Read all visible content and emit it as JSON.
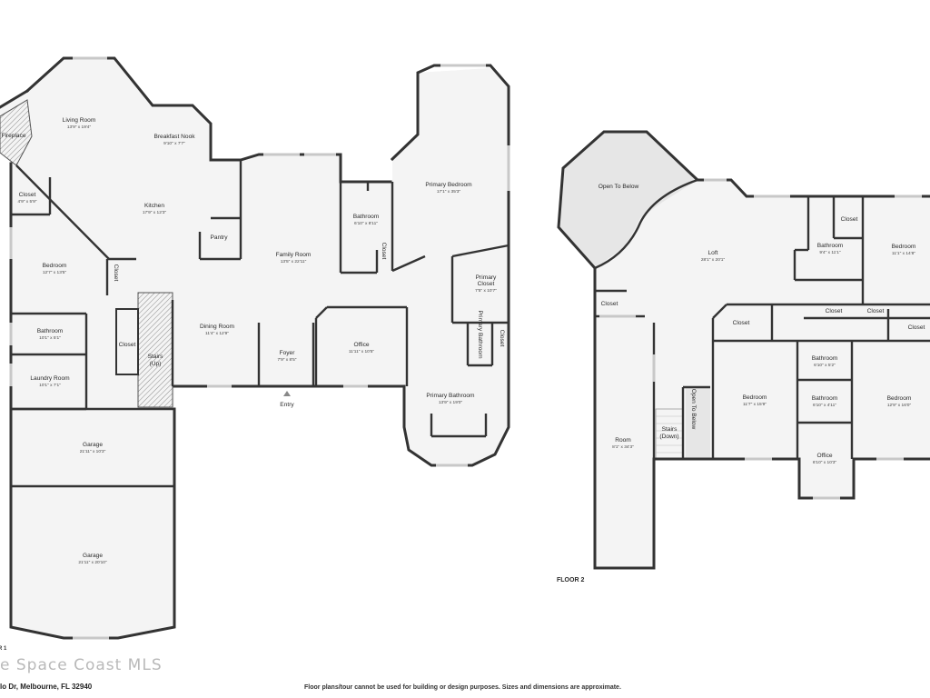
{
  "floor1": {
    "label": "R 1",
    "rooms": {
      "living_room": {
        "name": "Living Room",
        "dim": "13'9\" x 19'4\""
      },
      "fireplace": {
        "name": "Fireplace",
        "dim": ""
      },
      "breakfast_nook": {
        "name": "Breakfast Nook",
        "dim": "9'10\" x 7'7\""
      },
      "kitchen": {
        "name": "Kitchen",
        "dim": "17'9\" x 12'3\""
      },
      "closet1": {
        "name": "Closet",
        "dim": "4'9\" x 5'9\""
      },
      "pantry": {
        "name": "Pantry",
        "dim": ""
      },
      "bedroom1": {
        "name": "Bedroom",
        "dim": "12'7\" x 13'5\""
      },
      "closet_v1": {
        "name": "Closet",
        "dim": ""
      },
      "bathroom1": {
        "name": "Bathroom",
        "dim": "10'1\" x 5'1\""
      },
      "laundry": {
        "name": "Laundry Room",
        "dim": "10'1\" x 7'1\""
      },
      "closet2": {
        "name": "Closet",
        "dim": ""
      },
      "stairs_up": {
        "name": "Stairs",
        "dim": "(Up)"
      },
      "family_room": {
        "name": "Family Room",
        "dim": "13'5\" x 22'11\""
      },
      "dining_room": {
        "name": "Dining Room",
        "dim": "11'4\" x 12'9\""
      },
      "foyer": {
        "name": "Foyer",
        "dim": "7'9\" x 8'5\""
      },
      "entry": {
        "name": "Entry",
        "dim": ""
      },
      "bathroom2": {
        "name": "Bathroom",
        "dim": "6'10\" x 8'11\""
      },
      "closet_v2": {
        "name": "Closet",
        "dim": ""
      },
      "office": {
        "name": "Office",
        "dim": "11'11\" x 10'5\""
      },
      "primary_bedroom": {
        "name": "Primary Bedroom",
        "dim": "17'1\" x 35'3\""
      },
      "primary_closet": {
        "name": "Primary Closet",
        "dim": "7'5\" x 10'7\""
      },
      "primary_bathroom_v": {
        "name": "Primary Bathroom",
        "dim": ""
      },
      "closet_v3": {
        "name": "Closet",
        "dim": ""
      },
      "primary_bathroom": {
        "name": "Primary Bathroom",
        "dim": "13'9\" x 19'0\""
      },
      "garage1": {
        "name": "Garage",
        "dim": "21'11\" x 10'3\""
      },
      "garage2": {
        "name": "Garage",
        "dim": "21'11\" x 20'10\""
      }
    }
  },
  "floor2": {
    "label": "FLOOR 2",
    "rooms": {
      "open_to_below": {
        "name": "Open To Below",
        "dim": ""
      },
      "loft": {
        "name": "Loft",
        "dim": "28'1\" x 20'1\""
      },
      "closet_a": {
        "name": "Closet",
        "dim": ""
      },
      "bathroom_a": {
        "name": "Bathroom",
        "dim": "9'4\" x 11'1\""
      },
      "bedroom_a": {
        "name": "Bedroom",
        "dim": "11'1\" x 14'8\""
      },
      "closet_b": {
        "name": "Closet",
        "dim": ""
      },
      "closet_c": {
        "name": "Closet",
        "dim": ""
      },
      "closet_d": {
        "name": "Closet",
        "dim": ""
      },
      "closet_e": {
        "name": "Closet",
        "dim": ""
      },
      "closet_f": {
        "name": "Closet",
        "dim": ""
      },
      "bathroom_b": {
        "name": "Bathroom",
        "dim": "6'10\" x 5'2\""
      },
      "bathroom_c": {
        "name": "Bathroom",
        "dim": "6'10\" x 4'11\""
      },
      "bedroom_b": {
        "name": "Bedroom",
        "dim": "11'7\" x 15'9\""
      },
      "bedroom_c": {
        "name": "Bedroom",
        "dim": "12'9\" x 16'0\""
      },
      "office": {
        "name": "Office",
        "dim": "6'10\" x 10'3\""
      },
      "room": {
        "name": "Room",
        "dim": "8'1\" x 34'3\""
      },
      "stairs_down": {
        "name": "Stairs",
        "dim": "(Down)"
      },
      "open_to_below_v": {
        "name": "Open To Below",
        "dim": ""
      }
    }
  },
  "footer": {
    "watermark": "e Space Coast MLS",
    "address": "lo Dr, Melbourne, FL 32940",
    "disclaimer": "Floor plans/tour cannot be used for building or design purposes. Sizes and dimensions are approximate."
  }
}
